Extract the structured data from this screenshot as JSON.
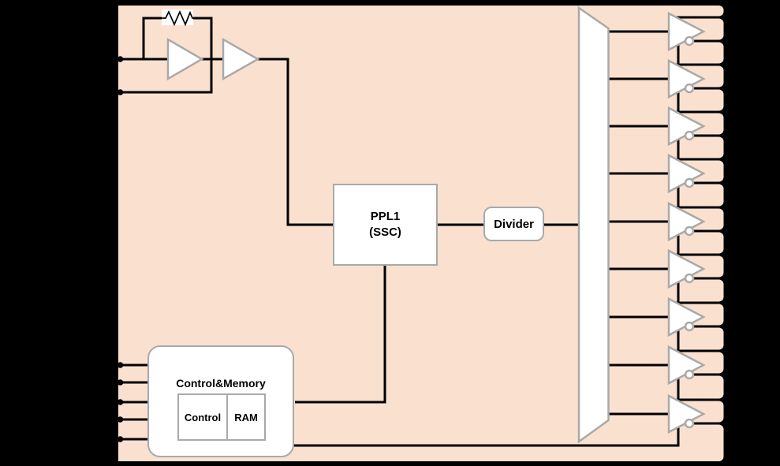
{
  "diagram": {
    "type": "clock-generator-block-diagram",
    "colors": {
      "background": "#000000",
      "chip_fill": "#fae1cf",
      "wire": "#000000",
      "shape_outline": "#a9a9a9",
      "shape_fill": "#ffffff",
      "text": "#000000"
    },
    "blocks": {
      "pll": {
        "line1": "PPL1",
        "line2": "(SSC)"
      },
      "divider": {
        "label": "Divider"
      },
      "control_memory": {
        "title": "Control&Memory",
        "control": "Control",
        "ram": "RAM"
      }
    },
    "shapes": {
      "resistor_icon": "zigzag",
      "amplifier_icon": "triangle",
      "fanout_icon": "trapezoid",
      "inverted_output_icon": "bubble"
    },
    "output_buffers": {
      "count": 9,
      "centers_y": [
        40,
        100,
        160,
        220,
        281,
        341,
        402,
        463,
        525
      ]
    },
    "pins": {
      "crystal_pins_y": [
        75,
        117
      ],
      "control_pins_y": [
        463,
        485,
        510,
        532,
        557
      ]
    }
  }
}
